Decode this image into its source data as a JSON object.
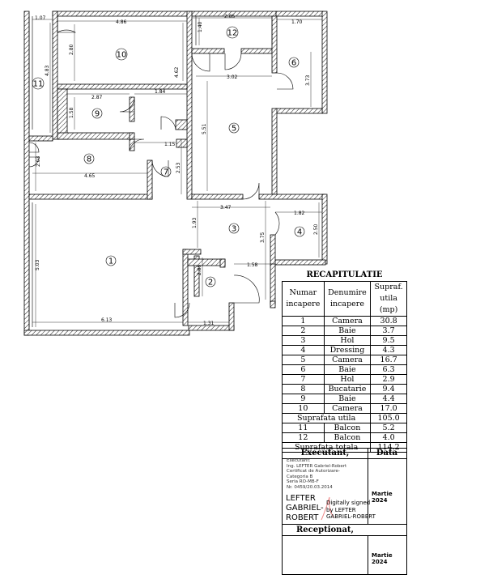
{
  "rooms": [
    {
      "num": "1"
    },
    {
      "num": "2"
    },
    {
      "num": "3"
    },
    {
      "num": "4"
    },
    {
      "num": "5"
    },
    {
      "num": "6"
    },
    {
      "num": "7"
    },
    {
      "num": "8"
    },
    {
      "num": "9"
    },
    {
      "num": "10"
    },
    {
      "num": "11"
    },
    {
      "num": "12"
    }
  ],
  "dims": [
    "1.07",
    "4.86",
    "2.85",
    "1.70",
    "1.40",
    "2.80",
    "4.83",
    "4.62",
    "3.02",
    "3.73",
    "2.87",
    "1.84",
    "1.58",
    "5.51",
    "1.15",
    "2.03",
    "4.65",
    "2.53",
    "3.47",
    "1.82",
    "2.50",
    "1.93",
    "3.75",
    "5.03",
    "1.58",
    "2.85",
    "6.13",
    "1.31"
  ],
  "recap": {
    "title": "RECAPITULATIE",
    "headers": {
      "num": "Numar incapere",
      "name": "Denumire incapere",
      "area": "Supraf. utila (mp)"
    },
    "rows": [
      {
        "num": "1",
        "name": "Camera",
        "area": "30.8"
      },
      {
        "num": "2",
        "name": "Baie",
        "area": "3.7"
      },
      {
        "num": "3",
        "name": "Hol",
        "area": "9.5"
      },
      {
        "num": "4",
        "name": "Dressing",
        "area": "4.3"
      },
      {
        "num": "5",
        "name": "Camera",
        "area": "16.7"
      },
      {
        "num": "6",
        "name": "Baie",
        "area": "6.3"
      },
      {
        "num": "7",
        "name": "Hol",
        "area": "2.9"
      },
      {
        "num": "8",
        "name": "Bucatarie",
        "area": "9.4"
      },
      {
        "num": "9",
        "name": "Baie",
        "area": "4.4"
      },
      {
        "num": "10",
        "name": "Camera",
        "area": "17.0"
      }
    ],
    "util_label": "Suprafata utila",
    "util_value": "105.0",
    "balconies": [
      {
        "num": "11",
        "name": "Balcon",
        "area": "5.2"
      },
      {
        "num": "12",
        "name": "Balcon",
        "area": "4.0"
      }
    ],
    "total_label": "Suprafata totala",
    "total_value": "114.2"
  },
  "signature": {
    "executant_head": "Executant,",
    "data_head": "Data",
    "executant_text": "Executant:\nIng. LEFTER Gabriel-Robert\nCertificat de Autorizare-\nCategoria B\nSeria RO-MB-F\nNr. 0459/20.03.2014",
    "signer_name": "LEFTER\nGABRIEL-\nROBERT",
    "digital_text": "Digitally signed\nby LEFTER\nGABRIEL-ROBERT",
    "date1": "Martie 2024",
    "receptionat_head": "Receptionat,",
    "date2": "Martie 2024"
  }
}
